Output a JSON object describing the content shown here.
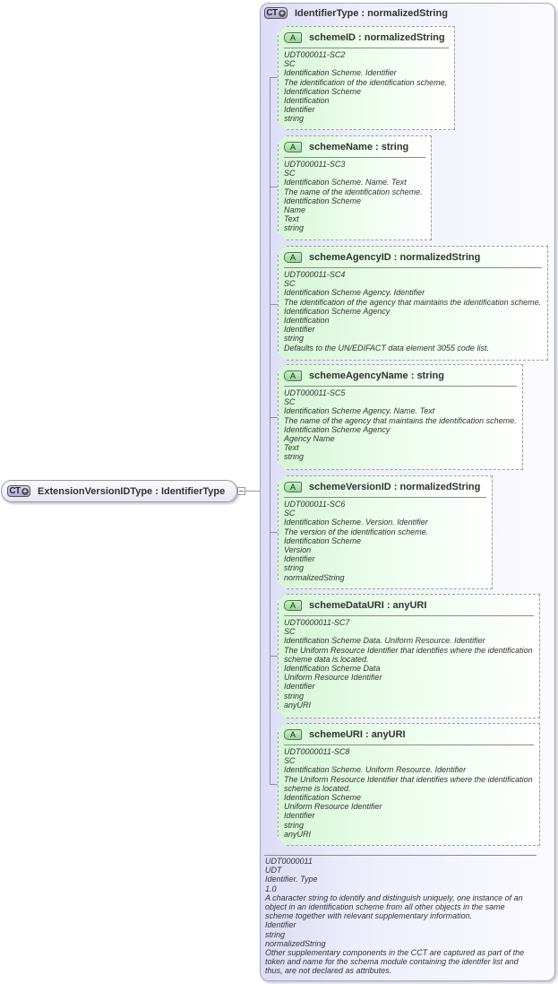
{
  "root": {
    "icon": "complex-type-icon",
    "icon_text": "CT",
    "label": "ExtensionVersionIDType : IdentifierType",
    "collapse_icon": "collapse-minus-icon"
  },
  "complex_type": {
    "icon_text": "CT",
    "label": "IdentifierType : normalizedString",
    "attributes": [
      {
        "badge": "A",
        "title": "schemeID : normalizedString",
        "doc": [
          "UDT000011-SC2",
          "SC",
          "Identification Scheme. Identifier",
          "The identification of the identification scheme.",
          "Identification Scheme",
          "Identification",
          "Identifier",
          "string"
        ]
      },
      {
        "badge": "A",
        "title": "schemeName : string",
        "doc": [
          "UDT000011-SC3",
          "SC",
          "Identification Scheme. Name. Text",
          "The name of the identification scheme.",
          "Identification Scheme",
          "Name",
          "Text",
          "string"
        ]
      },
      {
        "badge": "A",
        "title": "schemeAgencyID : normalizedString",
        "doc": [
          "UDT000011-SC4",
          "SC",
          "Identification Scheme Agency. Identifier",
          "The identification of the agency that maintains the identification scheme.",
          "Identification Scheme Agency",
          "Identification",
          "Identifier",
          "string",
          "Defaults to the UN/EDIFACT data element 3055 code list."
        ]
      },
      {
        "badge": "A",
        "title": "schemeAgencyName : string",
        "doc": [
          "UDT000011-SC5",
          "SC",
          "Identification Scheme Agency. Name. Text",
          "The name of the agency that maintains the identification scheme.",
          "Identification Scheme Agency",
          "Agency Name",
          "Text",
          "string"
        ]
      },
      {
        "badge": "A",
        "title": "schemeVersionID : normalizedString",
        "doc": [
          "UDT000011-SC6",
          "SC",
          "Identification Scheme. Version. Identifier",
          "The version of the identification scheme.",
          "Identification Scheme",
          "Version",
          "Identifier",
          "string",
          "normalizedString"
        ]
      },
      {
        "badge": "A",
        "title": "schemeDataURI : anyURI",
        "doc": [
          "UDT0000011-SC7",
          "SC",
          "Identification Scheme Data. Uniform Resource. Identifier",
          "The Uniform Resource Identifier that identifies where the identification",
          "scheme data is located.",
          "Identification Scheme Data",
          "Uniform Resource Identifier",
          "Identifier",
          "string",
          "anyURI"
        ]
      },
      {
        "badge": "A",
        "title": "schemeURI : anyURI",
        "doc": [
          "UDT0000011-SC8",
          "SC",
          "Identification Scheme. Uniform Resource. Identifier",
          "The Uniform Resource Identifier that identifies where the identification",
          "scheme is located.",
          "Identification Scheme",
          "Uniform Resource Identifier",
          "Identifier",
          "string",
          "anyURI"
        ]
      }
    ],
    "footer_doc": [
      "UDT0000011",
      "UDT",
      "Identifier. Type",
      "1.0",
      "A character string to identify and distinguish uniquely, one instance of an",
      "object in an identification scheme from all other objects in the same",
      "scheme together with relevant supplementary information.",
      "Identifier",
      "string",
      "normalizedString",
      "Other supplementary components in the CCT are captured as part of the",
      "token and name for the schema module containing the identifer list and",
      "thus, are not declared as attributes."
    ]
  }
}
